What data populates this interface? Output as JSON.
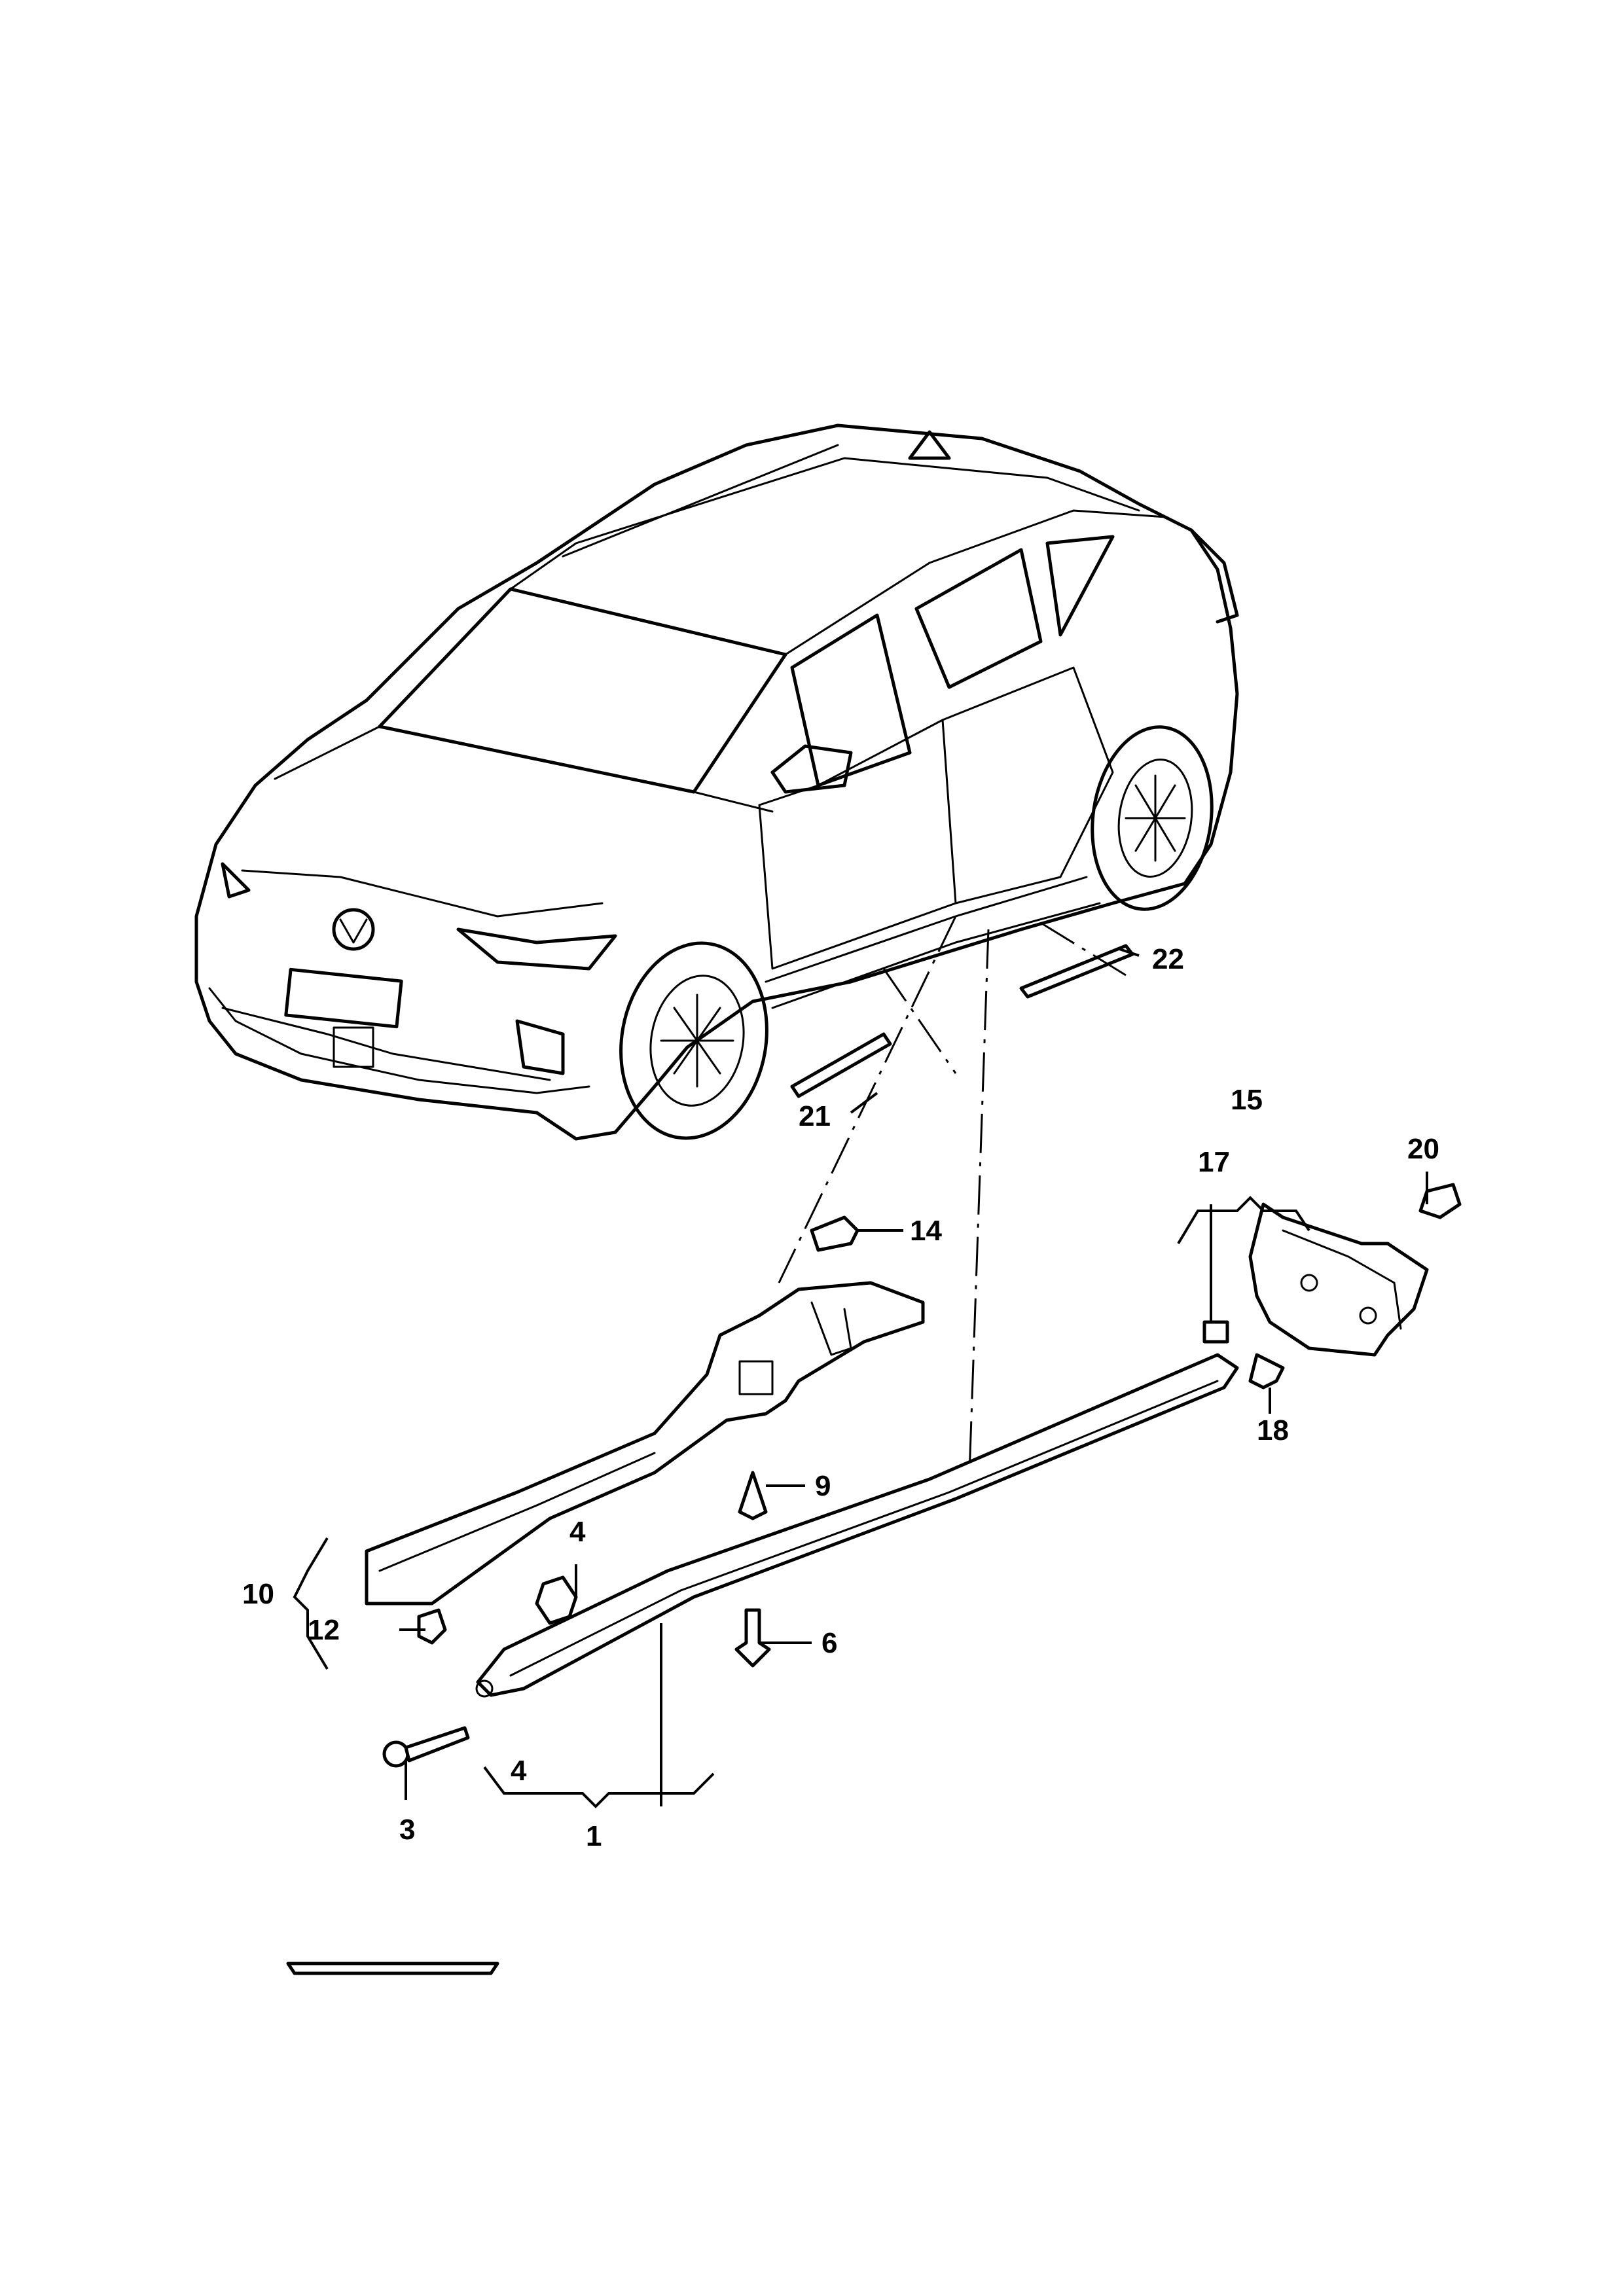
{
  "diagram": {
    "line_color": "#000000",
    "background": "#ffffff",
    "callouts": [
      {
        "id": "1",
        "label": "1"
      },
      {
        "id": "3",
        "label": "3"
      },
      {
        "id": "4a",
        "label": "4"
      },
      {
        "id": "4b",
        "label": "4"
      },
      {
        "id": "6",
        "label": "6"
      },
      {
        "id": "9",
        "label": "9"
      },
      {
        "id": "10",
        "label": "10"
      },
      {
        "id": "12",
        "label": "12"
      },
      {
        "id": "14",
        "label": "14"
      },
      {
        "id": "15",
        "label": "15"
      },
      {
        "id": "17",
        "label": "17"
      },
      {
        "id": "18",
        "label": "18"
      },
      {
        "id": "20",
        "label": "20"
      },
      {
        "id": "21",
        "label": "21"
      },
      {
        "id": "22",
        "label": "22"
      }
    ]
  }
}
